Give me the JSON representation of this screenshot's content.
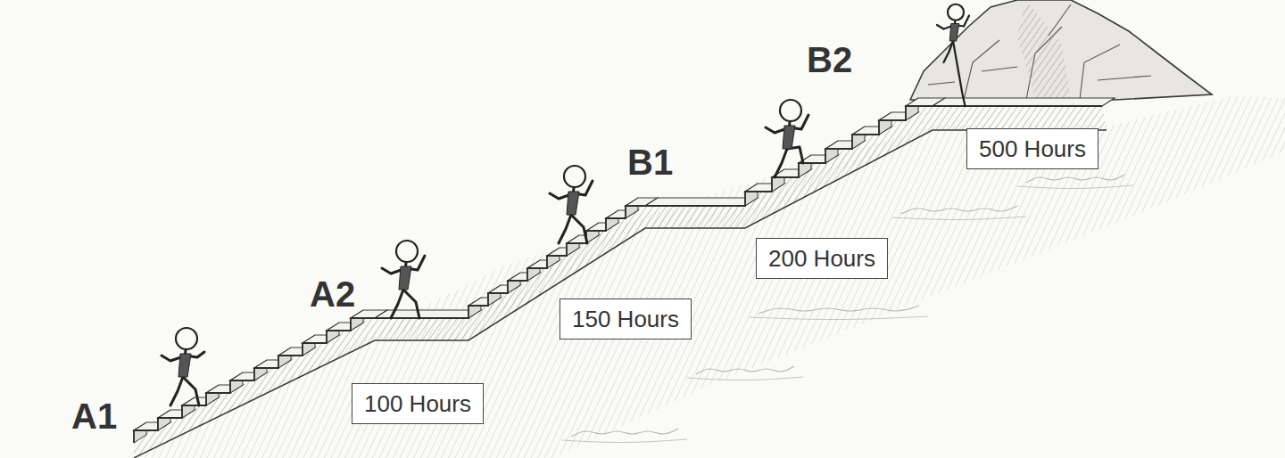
{
  "diagram": {
    "nodes": [
      {
        "text": [
          "100 Hours"
        ]
      },
      {
        "text": [
          "150 Hours"
        ]
      },
      {
        "text": [
          "200 Hours"
        ]
      },
      {
        "text": [
          "500 Hours"
        ]
      }
    ],
    "labels": [
      "A1",
      "A2",
      "B1",
      "B2"
    ]
  }
}
